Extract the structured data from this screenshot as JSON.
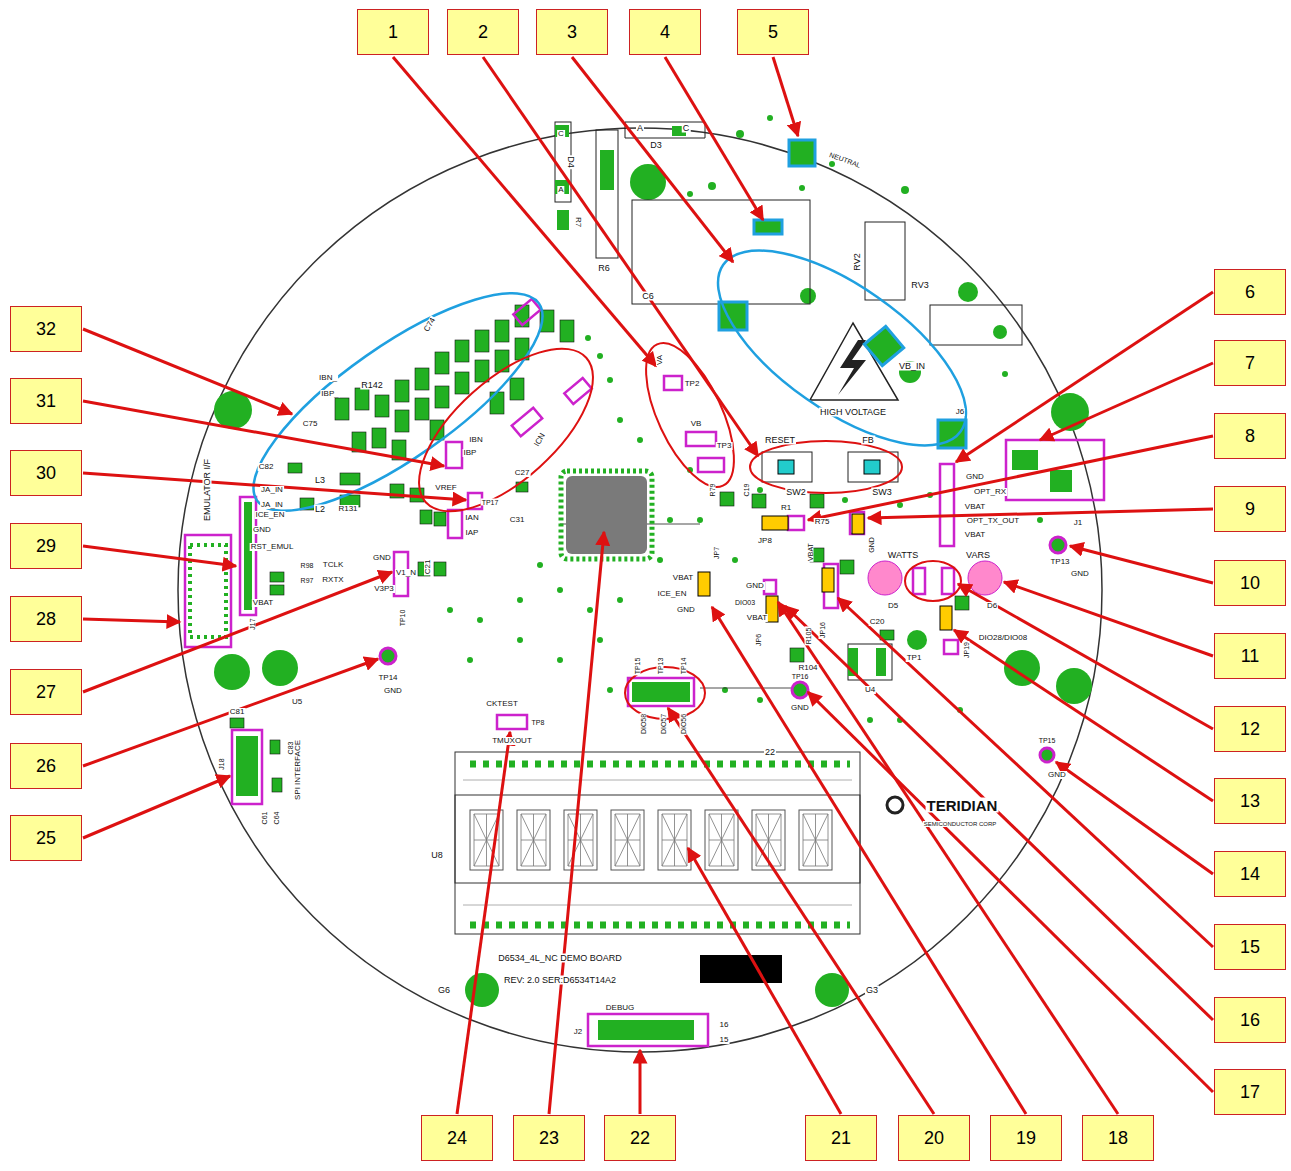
{
  "diagram": {
    "nodes": [
      {
        "text": [
          "1"
        ]
      },
      {
        "text": [
          "2"
        ]
      },
      {
        "text": [
          "3"
        ]
      },
      {
        "text": [
          "4"
        ]
      },
      {
        "text": [
          "5"
        ]
      },
      {
        "text": [
          "6"
        ]
      },
      {
        "text": [
          "7"
        ]
      },
      {
        "text": [
          "8"
        ]
      },
      {
        "text": [
          "9"
        ]
      },
      {
        "text": [
          "10"
        ]
      },
      {
        "text": [
          "11"
        ]
      },
      {
        "text": [
          "12"
        ]
      },
      {
        "text": [
          "13"
        ]
      },
      {
        "text": [
          "14"
        ]
      },
      {
        "text": [
          "15"
        ]
      },
      {
        "text": [
          "16"
        ]
      },
      {
        "text": [
          "17"
        ]
      },
      {
        "text": [
          "18"
        ]
      },
      {
        "text": [
          "19"
        ]
      },
      {
        "text": [
          "20"
        ]
      },
      {
        "text": [
          "21"
        ]
      },
      {
        "text": [
          "22"
        ]
      },
      {
        "text": [
          "23"
        ]
      },
      {
        "text": [
          "24"
        ]
      },
      {
        "text": [
          "25"
        ]
      },
      {
        "text": [
          "26"
        ]
      },
      {
        "text": [
          "27"
        ]
      },
      {
        "text": [
          "28"
        ]
      },
      {
        "text": [
          "29"
        ]
      },
      {
        "text": [
          "30"
        ]
      },
      {
        "text": [
          "31"
        ]
      },
      {
        "text": [
          "32"
        ]
      }
    ],
    "labels": [
      "D4",
      "A",
      "C",
      "R7",
      "R6",
      "A",
      "C",
      "D3",
      "C6",
      "NEUTRAL",
      "RV2",
      "RV3",
      "VB_IN",
      "HIGH VOLTAGE",
      "J6",
      "RESET",
      "SW2",
      "FB",
      "SW3",
      "R1",
      "GND",
      "OPT_RX",
      "VBAT",
      "OPT_TX_OUT",
      "VBAT",
      "J1",
      "TP13",
      "GND",
      "WATTS",
      "VARS",
      "D5",
      "D6",
      "TP1",
      "JP19",
      "DIO28/DIO08",
      "R75",
      "JP8",
      "VBAT",
      "GND",
      "C20",
      "U4",
      "R104",
      "R105",
      "TP16",
      "GND",
      "VBAT",
      "ICE_EN",
      "GND",
      "JP7",
      "GND",
      "DIO03",
      "VBAT",
      "JP6",
      "JP16",
      "TP15",
      "GND",
      "VA",
      "TP2",
      "VB",
      "TP3",
      "R79",
      "C19",
      "VREF",
      "TP17",
      "IAN",
      "IAP",
      "IBN",
      "IBP",
      "C27",
      "C31",
      "C21",
      "GND",
      "V1_N",
      "V3P3",
      "TP10",
      "TP14",
      "GND",
      "ICE_EN",
      "GND",
      "RST_EMUL",
      "R98",
      "TCLK",
      "R97",
      "RXTX",
      "VBAT",
      "J17",
      "EMULATOR I/F",
      "L3",
      "L2",
      "R131",
      "JA_IN",
      "JA_IN",
      "C82",
      "R142",
      "IBN_",
      "IBP_",
      "C75",
      "C74",
      "CKTEST",
      "TMUXOUT",
      "TP8",
      "TP15",
      "TP13",
      "TP14",
      "DIO58",
      "DIO57",
      "DIO56",
      "22",
      "U8",
      "D6534_4L_NC DEMO BOARD",
      "REV: 2.0 SER:D6534T14A2",
      "G6",
      "G3",
      "TERIDIAN",
      "SEMICONDUCTOR CORP",
      "DEBUG",
      "J2",
      "16",
      "15",
      "U5",
      "C81",
      "C83",
      "C61",
      "C64",
      "SPI INTERFACE",
      "J18",
      "ICN"
    ]
  }
}
